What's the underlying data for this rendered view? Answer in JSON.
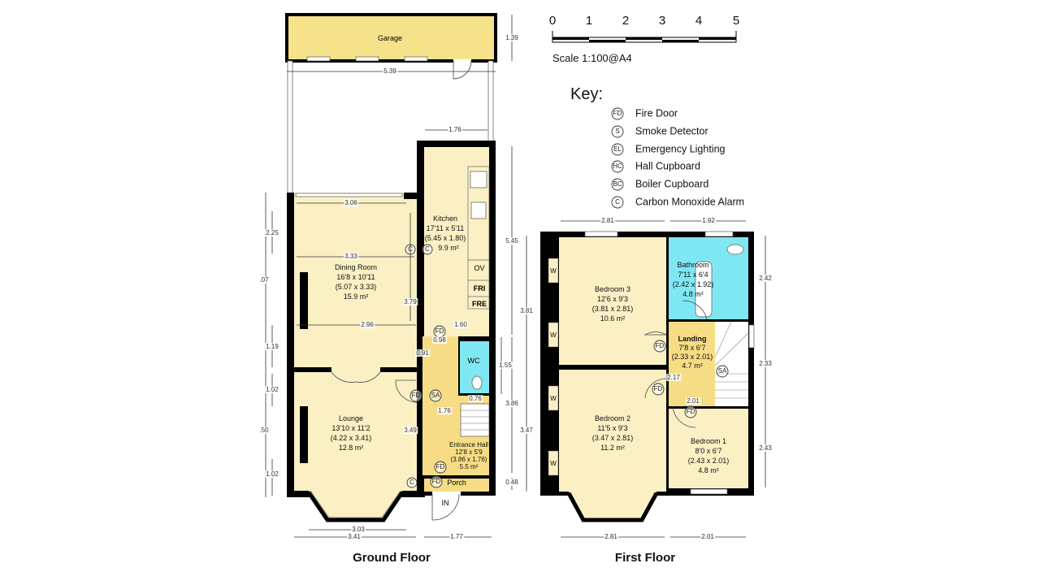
{
  "scale": {
    "ticks": [
      "0",
      "1",
      "2",
      "3",
      "4",
      "5"
    ],
    "label": "Scale 1:100@A4"
  },
  "key": {
    "title": "Key:",
    "items": [
      {
        "symbol": "FD",
        "label": "Fire Door"
      },
      {
        "symbol": "S",
        "label": "Smoke Detector"
      },
      {
        "symbol": "EL",
        "label": "Emergency Lighting"
      },
      {
        "symbol": "HC",
        "label": "Hall Cupboard"
      },
      {
        "symbol": "BC",
        "label": "Boiler Cupboard"
      },
      {
        "symbol": "C",
        "label": "Carbon Monoxide Alarm"
      }
    ]
  },
  "colors": {
    "room": "#fbf0c4",
    "hall": "#f6dd85",
    "wet_room": "#7fe7f2",
    "wall": "#000000"
  },
  "ground_floor": {
    "title": "Ground Floor",
    "garage": "Garage",
    "rooms": [
      {
        "name": "Kitchen",
        "imperial": "17'11 x 5'11",
        "metric": "(5.45 x 1.80)",
        "area": "9.9 m²"
      },
      {
        "name": "Dining Room",
        "imperial": "16'8 x 10'11",
        "metric": "(5.07 x 3.33)",
        "area": "15.9 m²"
      },
      {
        "name": "Lounge",
        "imperial": "13'10 x 11'2",
        "metric": "(4.22 x 3.41)",
        "area": "12.8 m²"
      },
      {
        "name": "Entrance Hall",
        "imperial": "12'8 x 5'9",
        "metric": "(3.86 x 1.76)",
        "area": "5.5 m²"
      }
    ],
    "wc": "WC",
    "porch": "Porch",
    "entrance": "IN",
    "appliances": [
      "OV",
      "FRI",
      "FRE"
    ]
  },
  "first_floor": {
    "title": "First Floor",
    "rooms": [
      {
        "name": "Bedroom 3",
        "imperial": "12'6 x 9'3",
        "metric": "(3.81 x 2.81)",
        "area": "10.6 m²"
      },
      {
        "name": "Bathroom",
        "imperial": "7'11 x 6'4",
        "metric": "(2.42 x 1.92)",
        "area": "4.8 m²"
      },
      {
        "name": "Landing",
        "imperial": "7'8 x 6'7",
        "metric": "(2.33 x 2.01)",
        "area": "4.7 m²"
      },
      {
        "name": "Bedroom 2",
        "imperial": "11'5 x 9'3",
        "metric": "(3.47 x 2.81)",
        "area": "11.2 m²"
      },
      {
        "name": "Bedroom 1",
        "imperial": "8'0 x 6'7",
        "metric": "(2.43 x 2.01)",
        "area": "4.8 m²"
      }
    ],
    "wardrobe": "W"
  },
  "dimensions": [
    "1.39",
    "5.39",
    "1.76",
    "5.45",
    "3.06",
    "2.25",
    "3.33",
    ".07",
    "3.79",
    "2.96",
    "1.60",
    "0.98",
    "1.19",
    "0.91",
    "1.55",
    "1.02",
    "0.76",
    "1.76",
    "3.86",
    ".50",
    "3.49",
    "1.02",
    "0.48",
    "3.03",
    "3.41",
    "1.77",
    "2.81",
    "1.92",
    "3.81",
    "2.42",
    "2.33",
    "2.17",
    "2.01",
    "3.47",
    "2.43",
    "2.81",
    "2.01"
  ],
  "symbols": [
    "C",
    "C",
    "FD",
    "FD",
    "SA",
    "C",
    "FD",
    "FD",
    "FD",
    "FD",
    "FD",
    "SA"
  ]
}
